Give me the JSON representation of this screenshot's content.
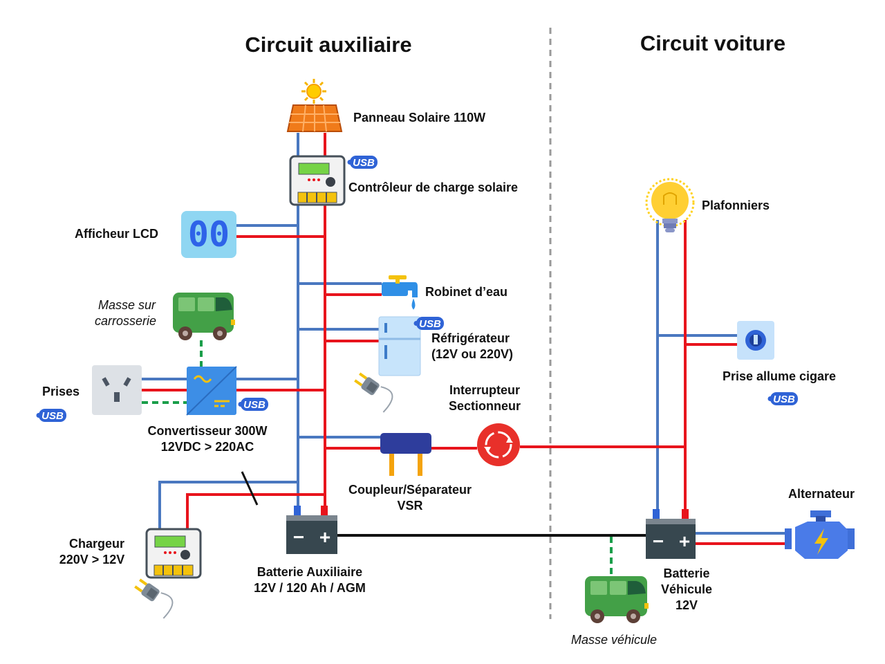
{
  "titles": {
    "aux": "Circuit auxiliaire",
    "car": "Circuit voiture"
  },
  "labels": {
    "solar_panel": "Panneau Solaire 110W",
    "controller": "Contrôleur de charge solaire",
    "lcd": "Afficheur LCD",
    "tap": "Robinet d’eau",
    "body_ground_1": "Masse sur",
    "body_ground_2": "carrosserie",
    "fridge_1": "Réfrigérateur",
    "fridge_2": "(12V ou 220V)",
    "outlets": "Prises",
    "switch_1": "Interrupteur",
    "switch_2": "Sectionneur",
    "inverter_1": "Convertisseur 300W",
    "inverter_2": "12VDC > 220AC",
    "coupler_1": "Coupleur/Séparateur",
    "coupler_2": "VSR",
    "charger_1": "Chargeur",
    "charger_2": "220V > 12V",
    "aux_battery_1": "Batterie Auxiliaire",
    "aux_battery_2": "12V / 120 Ah / AGM",
    "dome_lights": "Plafonniers",
    "cigar_socket": "Prise allume cigare",
    "alternator": "Alternateur",
    "car_battery_1": "Batterie",
    "car_battery_2": "Véhicule",
    "car_battery_3": "12V",
    "vehicle_ground": "Masse véhicule"
  },
  "badges": {
    "usb": "USB"
  },
  "lcd_display": "00",
  "battery_terminals": {
    "minus": "−",
    "plus": "+"
  },
  "colors": {
    "positive_wire": "#e8141c",
    "negative_wire": "#4a78c0",
    "ground_wire": "#1a9e4a",
    "ac_wire": "#4a78c0",
    "divider": "#999999",
    "usb_badge": "#2f63d6"
  }
}
